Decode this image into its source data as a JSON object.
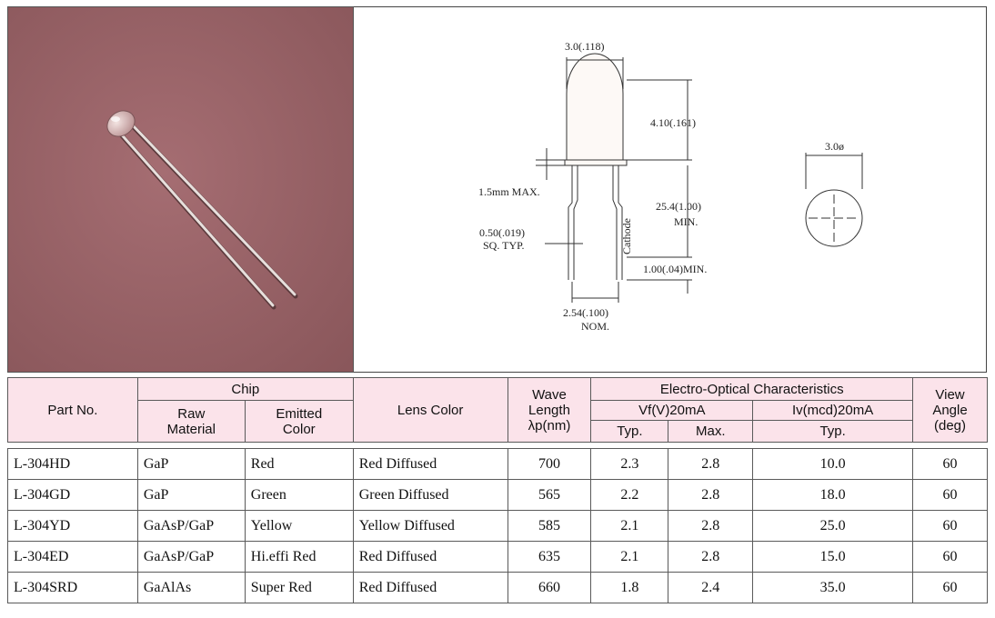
{
  "drawing": {
    "dim_width": "3.0(.118)",
    "dim_height": "4.10(.161)",
    "dim_max": "1.5mm MAX.",
    "dim_lead_length": "25.4(1.00)",
    "dim_lead_min": "MIN.",
    "dim_lead_size": "0.50(.019)",
    "dim_lead_size_note": "SQ. TYP.",
    "cathode_label": "Cathode",
    "dim_gap": "1.00(.04)MIN.",
    "dim_pitch": "2.54(.100)",
    "dim_pitch_note": "NOM.",
    "dim_diameter": "3.0ø"
  },
  "table": {
    "headers": {
      "part_no": "Part No.",
      "chip": "Chip",
      "raw_material": "Raw Material",
      "emitted_color": "Emitted Color",
      "lens_color": "Lens Color",
      "wave_length_1": "Wave",
      "wave_length_2": "Length",
      "wave_length_3": "λp(nm)",
      "electro_optical": "Electro-Optical Characteristics",
      "vf": "Vf(V)20mA",
      "iv": "Iv(mcd)20mA",
      "typ": "Typ.",
      "max": "Max.",
      "view_angle_1": "View",
      "view_angle_2": "Angle",
      "view_angle_3": "(deg)"
    },
    "rows": [
      {
        "part": "L-304HD",
        "material": "GaP",
        "emitted": "Red",
        "lens": "Red Diffused",
        "wave": "700",
        "vf_typ": "2.3",
        "vf_max": "2.8",
        "iv_typ": "10.0",
        "angle": "60"
      },
      {
        "part": "L-304GD",
        "material": "GaP",
        "emitted": "Green",
        "lens": "Green Diffused",
        "wave": "565",
        "vf_typ": "2.2",
        "vf_max": "2.8",
        "iv_typ": "18.0",
        "angle": "60"
      },
      {
        "part": "L-304YD",
        "material": "GaAsP/GaP",
        "emitted": "Yellow",
        "lens": "Yellow Diffused",
        "wave": "585",
        "vf_typ": "2.1",
        "vf_max": "2.8",
        "iv_typ": "25.0",
        "angle": "60"
      },
      {
        "part": "L-304ED",
        "material": "GaAsP/GaP",
        "emitted": "Hi.effi Red",
        "lens": "Red Diffused",
        "wave": "635",
        "vf_typ": "2.1",
        "vf_max": "2.8",
        "iv_typ": "15.0",
        "angle": "60"
      },
      {
        "part": "L-304SRD",
        "material": "GaAlAs",
        "emitted": "Super Red",
        "lens": "Red Diffused",
        "wave": "660",
        "vf_typ": "1.8",
        "vf_max": "2.4",
        "iv_typ": "35.0",
        "angle": "60"
      }
    ]
  },
  "colors": {
    "photo_background": "#9a6468",
    "header_background": "#fbe3ea"
  }
}
